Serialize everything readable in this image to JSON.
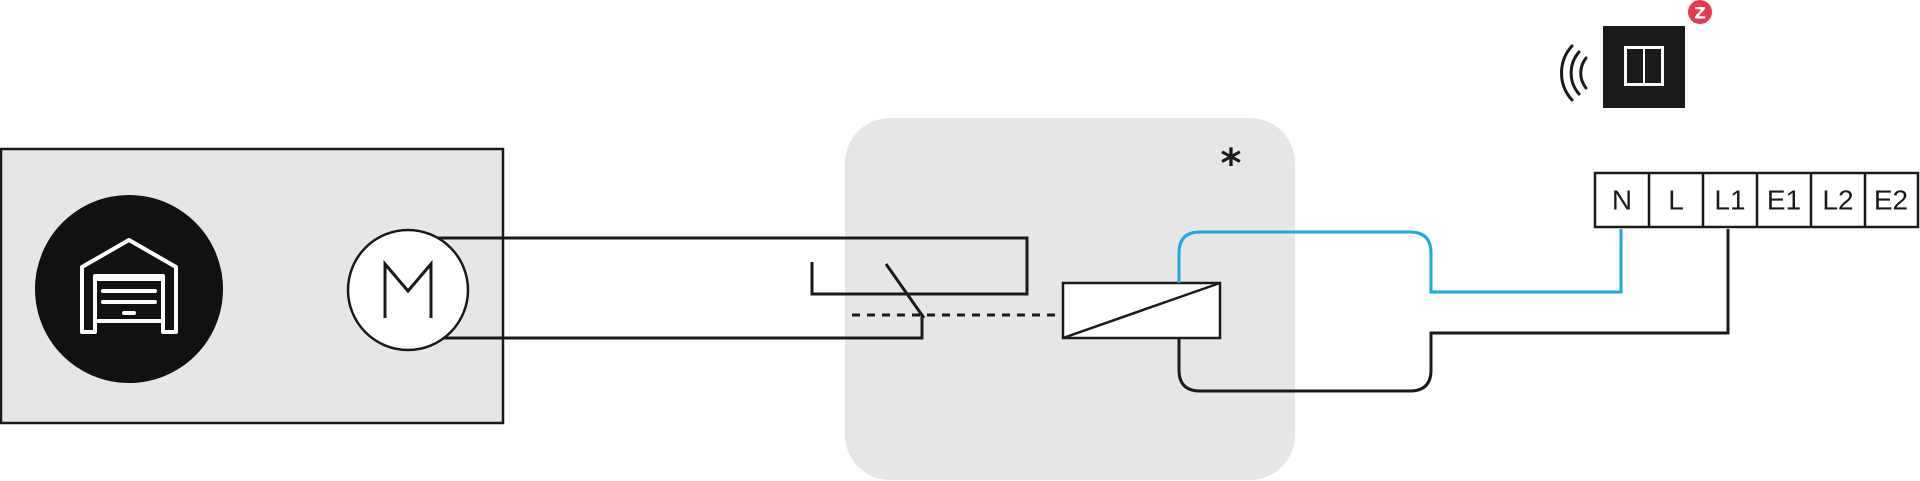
{
  "motor": {
    "label": "M"
  },
  "actuator": {
    "note_symbol": "*"
  },
  "terminals": [
    {
      "id": "N",
      "label": "N"
    },
    {
      "id": "L",
      "label": "L"
    },
    {
      "id": "L1",
      "label": "L1"
    },
    {
      "id": "E1",
      "label": "E1"
    },
    {
      "id": "L2",
      "label": "L2"
    },
    {
      "id": "E2",
      "label": "E2"
    }
  ],
  "wireless_device": {
    "badge_text": "Z"
  },
  "colors": {
    "neutral_wire": "#1ba9e1",
    "line_wire": "#1a1a1a",
    "panel_grey": "#e6e6e6",
    "badge_red": "#e63950"
  },
  "icons": [
    "garage-door-icon",
    "motor-icon",
    "wireless-signal-icon",
    "rocker-switch-icon",
    "zigbee-badge-icon"
  ]
}
